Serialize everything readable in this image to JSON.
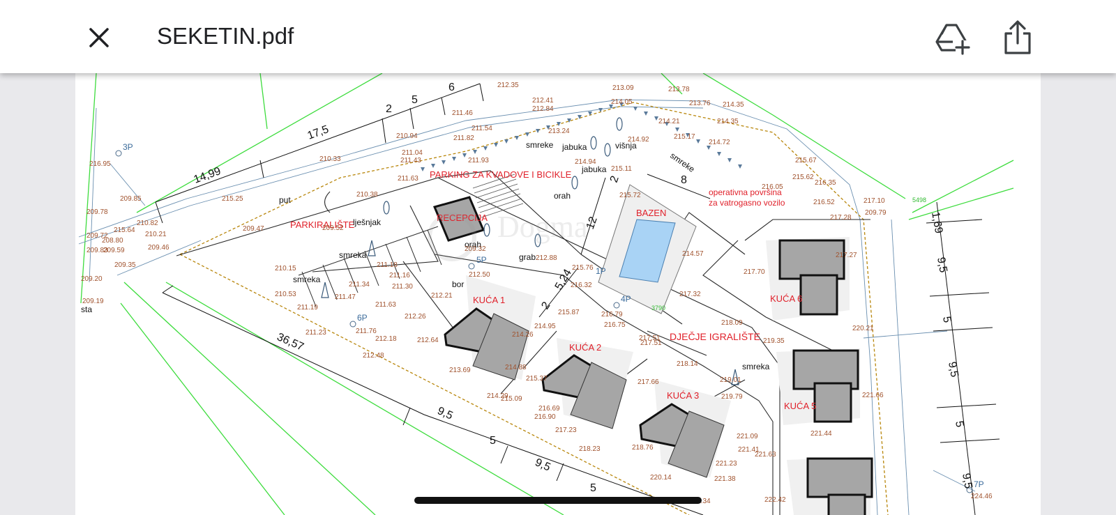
{
  "header": {
    "title": "SEKETIN.pdf",
    "close_icon": "close-icon",
    "drive_icon": "add-to-drive-icon",
    "share_icon": "share-icon"
  },
  "colors": {
    "label_red": "#e0202a",
    "elevation_brown": "#a0522d",
    "boundary_green": "#3ddc3d",
    "house_roof": "#a6a6a6",
    "pool_blue": "#a9d3f5",
    "line_dark": "#1a1a1a"
  },
  "plan": {
    "zones": {
      "parking_bikes": "PARKING ZA KVADOVE I BICIKLE",
      "reception": "RECEPCIJA",
      "parking": "PARKIRALIŠTE",
      "pool": "BAZEN",
      "playground": "DJEČJE IGRALIŠTE",
      "fire_access_1": "operativna površina",
      "fire_access_2": "za vatrogasno vozilo",
      "house1": "KUĆA 1",
      "house2": "KUĆA 2",
      "house3": "KUĆA 3",
      "house5": "KUĆA 5",
      "house6": "KUĆA 6"
    },
    "trees": {
      "smreke": "smreke",
      "smreke2": "smreke",
      "jabuka": "jabuka",
      "jabuka2": "jabuka",
      "visnja": "višnja",
      "orah": "orah",
      "orah2": "orah",
      "grab": "grab",
      "ljesnjak": "lješnjak",
      "smreka1": "smreka",
      "smreka2": "smreka",
      "smreka3": "smreka",
      "bor": "bor",
      "put": "put",
      "sta": "sta"
    },
    "points": {
      "p3": "3P",
      "p5": "5P",
      "p6": "6P",
      "p1": "1P",
      "p4": "4P",
      "p7": "7P",
      "num5498": "5498",
      "num3790": "3790"
    },
    "dimensions": {
      "d_6": "6",
      "d_5a": "5",
      "d_2a": "2",
      "d_17_5": "17,5",
      "d_14_99": "14,99",
      "d_36_57": "36,57",
      "d_9_5a": "9,5",
      "d_5b": "5",
      "d_9_5b": "9,5",
      "d_5c": "5",
      "d_2b": "2",
      "d_5_24": "5,24",
      "d_12": "12",
      "d_2c": "2",
      "d_8": "8",
      "d_1_69": "1,69",
      "d_9_5c": "9,5",
      "d_5d": "5",
      "d_9_5d": "9,5",
      "d_5e": "5",
      "d_9_5e": "9,5"
    },
    "elevations": [
      "212.35",
      "213.09",
      "213.78",
      "214.35",
      "212.41",
      "214.05",
      "213.76",
      "212.84",
      "211.46",
      "213.24",
      "214.21",
      "214.35",
      "211.54",
      "215.17",
      "214.72",
      "210.94",
      "211.82",
      "214.92",
      "211.04",
      "211.93",
      "214.94",
      "210.33",
      "211.43",
      "215.67",
      "211.63",
      "215.11",
      "215.62",
      "216.05",
      "216.35",
      "210.38",
      "215.72",
      "216.52",
      "217.10",
      "209.79",
      "215.25",
      "217.28",
      "216.95",
      "209.85",
      "209.78",
      "210.82",
      "215.64",
      "209.72",
      "208.80",
      "210.21",
      "209.83",
      "209.59",
      "209.46",
      "209.47",
      "209.52",
      "209.32",
      "212.88",
      "214.57",
      "217.27",
      "217.51",
      "209.35",
      "210.15",
      "211.18",
      "211.16",
      "215.76",
      "217.70",
      "209.20",
      "210.53",
      "211.34",
      "211.30",
      "212.21",
      "216.32",
      "217.32",
      "211.19",
      "211.47",
      "211.63",
      "215.87",
      "216.79",
      "209.19",
      "212.26",
      "216.75",
      "218.09",
      "214.95",
      "214.26",
      "211.76",
      "211.23",
      "212.18",
      "212.64",
      "217.51",
      "219.35",
      "220.21",
      "212.48",
      "213.69",
      "214.88",
      "218.14",
      "215.37",
      "217.66",
      "219.01",
      "214.29",
      "215.09",
      "219.79",
      "216.69",
      "216.90",
      "221.66",
      "217.23",
      "221.44",
      "218.23",
      "218.76",
      "221.09",
      "221.41",
      "221.63",
      "221.23",
      "220.14",
      "221.38",
      "221.34",
      "222.42",
      "224.46",
      "212.50"
    ]
  }
}
